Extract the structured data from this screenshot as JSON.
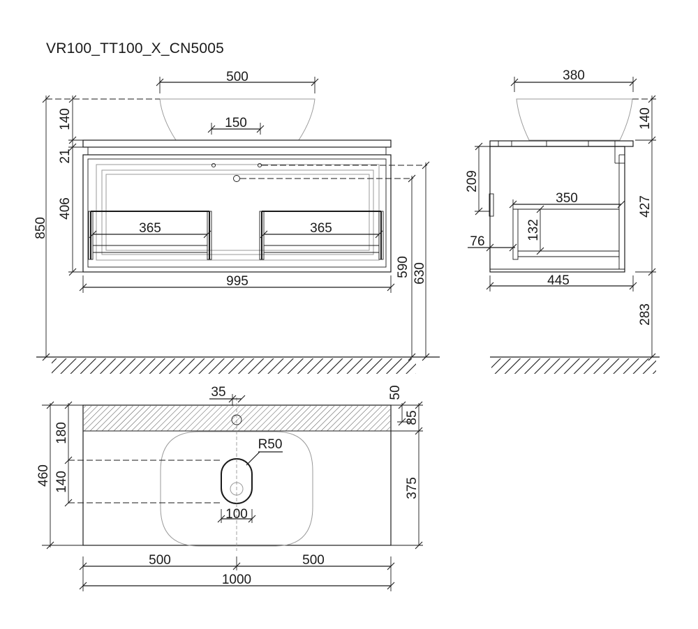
{
  "title": "VR100_TT100_X_CN5005",
  "front_view": {
    "basin_width": "500",
    "basin_height": "140",
    "tap_hole_spacing": "150",
    "countertop_thickness": "21",
    "cabinet_height": "406",
    "total_height": "850",
    "drawer_left_width": "365",
    "drawer_right_width": "365",
    "cabinet_width": "995",
    "drain_height": "590",
    "hole_height": "630"
  },
  "side_view": {
    "basin_depth": "380",
    "basin_height": "140",
    "drawer_front_height": "209",
    "drawer_depth": "350",
    "drawer_side_height": "132",
    "handle_offset": "76",
    "cabinet_height": "427",
    "cabinet_depth": "445",
    "floor_clearance": "283"
  },
  "top_view": {
    "hole_offset": "35",
    "hole_from_back": "50",
    "hatched_depth": "85",
    "basin_center_depth": "180",
    "total_depth": "460",
    "slot_length": "140",
    "corner_radius": "R50",
    "slot_width": "100",
    "front_depth": "375",
    "left_half": "500",
    "right_half": "500",
    "total_width": "1000"
  }
}
